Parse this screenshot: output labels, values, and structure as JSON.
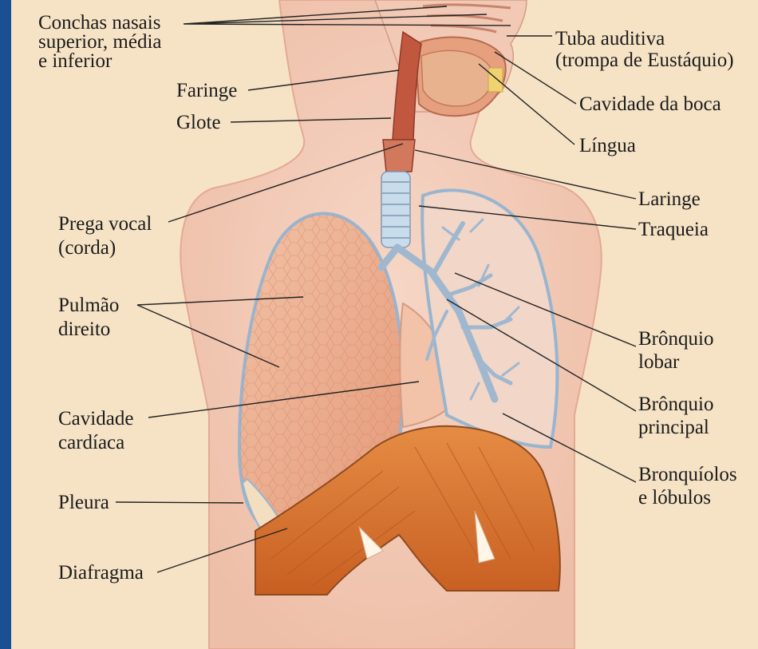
{
  "colors": {
    "background": "#f6e3c6",
    "skin": "#f0cdb8",
    "border_blue": "#1a4f93",
    "lung": "#e9a98a",
    "diaphragm": "#d9752f",
    "heart_cavity": "#f2c0a8",
    "trachea": "#bcd4e8",
    "label_line": "#222222"
  },
  "labels": {
    "conchas": "Conchas nasais\nsuperior, média\ne inferior",
    "faringe": "Faringe",
    "glote": "Glote",
    "prega_vocal": "Prega vocal\n(corda)",
    "pulmao_direito": "Pulmão\ndireito",
    "cavidade_cardiaca": "Cavidade\ncardíaca",
    "pleura": "Pleura",
    "diafragma": "Diafragma",
    "tuba_auditiva": "Tuba auditiva\n(trompa de Eustáquio)",
    "cavidade_boca": "Cavidade da boca",
    "lingua": "Língua",
    "laringe": "Laringe",
    "traqueia": "Traqueia",
    "bronquio_lobar": "Brônquio\nlobar",
    "bronquio_principal": "Brônquio\nprincipal",
    "bronquiolos": "Bronquíolos\ne lóbulos"
  }
}
